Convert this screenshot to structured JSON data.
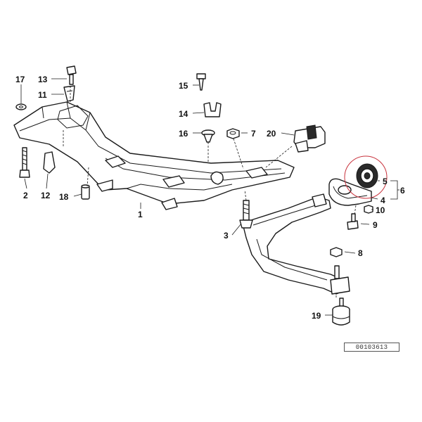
{
  "diagram": {
    "reference_code": "00103613",
    "highlight_color": "#c8323c",
    "callouts": [
      {
        "id": "c1",
        "label": "1"
      },
      {
        "id": "c2",
        "label": "2"
      },
      {
        "id": "c3",
        "label": "3"
      },
      {
        "id": "c4",
        "label": "4"
      },
      {
        "id": "c5",
        "label": "5"
      },
      {
        "id": "c6",
        "label": "6"
      },
      {
        "id": "c7",
        "label": "7"
      },
      {
        "id": "c8",
        "label": "8"
      },
      {
        "id": "c9",
        "label": "9"
      },
      {
        "id": "c10",
        "label": "10"
      },
      {
        "id": "c11",
        "label": "11"
      },
      {
        "id": "c12",
        "label": "12"
      },
      {
        "id": "c13",
        "label": "13"
      },
      {
        "id": "c14",
        "label": "14"
      },
      {
        "id": "c15",
        "label": "15"
      },
      {
        "id": "c16",
        "label": "16"
      },
      {
        "id": "c17",
        "label": "17"
      },
      {
        "id": "c18",
        "label": "18"
      },
      {
        "id": "c19",
        "label": "19"
      },
      {
        "id": "c20",
        "label": "20"
      }
    ]
  }
}
